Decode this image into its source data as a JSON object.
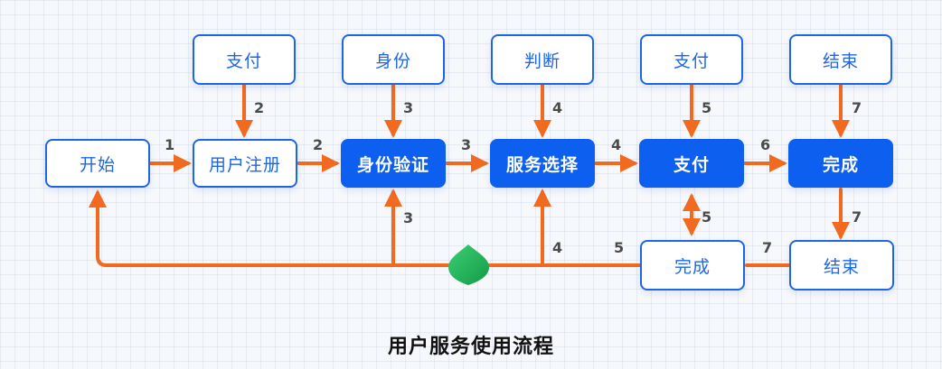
{
  "title": "用户服务使用流程",
  "colors": {
    "edge": "#f26a1f",
    "outline_node": "#1f66e5",
    "filled_node": "#0d5ff0",
    "hub": "#22b158"
  },
  "nodes": {
    "start": "开始",
    "register": "用户注册",
    "verify": "身份验证",
    "select": "服务选择",
    "pay": "支付",
    "done": "完成",
    "top_pay_1": "支付",
    "top_identity": "身份",
    "top_judge": "判断",
    "top_pay_2": "支付",
    "top_end": "结束",
    "bottom_done": "完成",
    "bottom_end": "结束"
  },
  "edges": {
    "start_register": "1",
    "register_verify": "2",
    "verify_select": "3",
    "select_pay": "4",
    "pay_done": "6",
    "top_pay_1_register": "2",
    "top_identity_verify": "3",
    "top_judge_select": "4",
    "top_pay_2_pay": "5",
    "top_end_done": "7",
    "hub_verify": "3",
    "hub_select": "4",
    "bottom_done_hub": "5",
    "pay_bottom_done": "5",
    "done_bottom_end": "7",
    "bottom_end_bottom_done": "7"
  }
}
